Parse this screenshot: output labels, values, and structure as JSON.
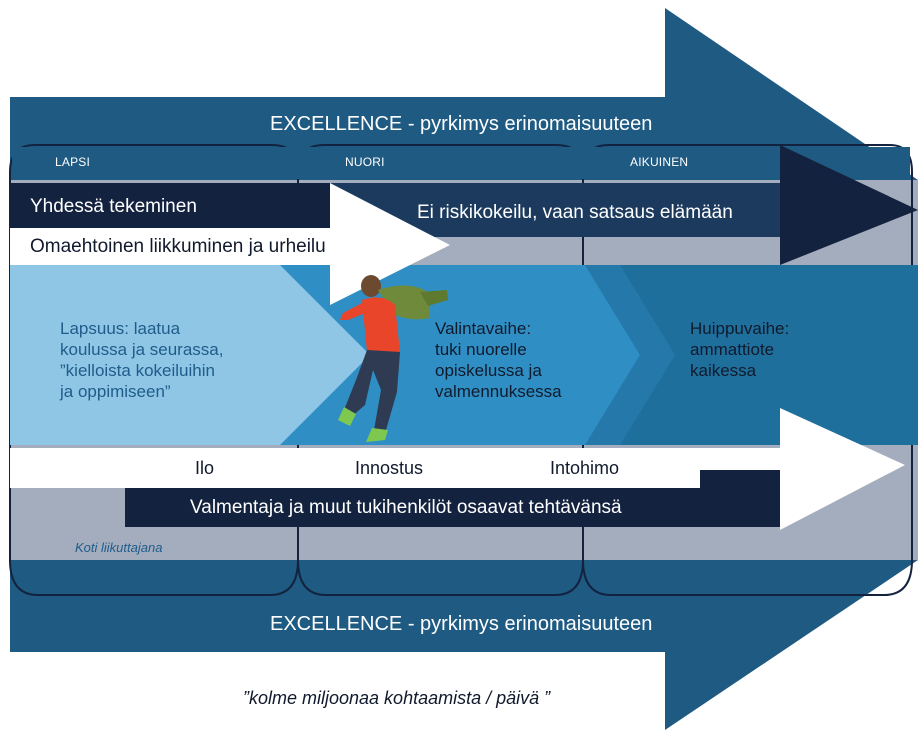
{
  "excellence_top": "EXCELLENCE - pyrkimys erinomaisuuteen",
  "excellence_bottom": "EXCELLENCE - pyrkimys erinomaisuuteen",
  "stages": [
    "LAPSI",
    "NUORI",
    "AIKUINEN"
  ],
  "together": "Yhdessä tekeminen",
  "no_risk": "Ei riskikokeilu, vaan satsaus elämään",
  "self_directed": "Omaehtoinen liikkuminen ja urheilu",
  "phases": {
    "childhood": [
      "Lapsuus: laatua",
      "koulussa ja seurassa,",
      "”kielloista kokeiluihin",
      "ja oppimiseen”"
    ],
    "selection": [
      "Valintavaihe:",
      "tuki nuorelle",
      "opiskelussa ja",
      "valmennuksessa"
    ],
    "peak": [
      "Huippuvaihe:",
      "ammattiote",
      "kaikessa"
    ]
  },
  "emotions": [
    "Ilo",
    "Innostus",
    "Intohimo"
  ],
  "coaches": "Valmentaja ja muut tukihenkilöt osaavat tehtävänsä",
  "home": "Koti liikuttajana",
  "quote": "”kolme miljoonaa kohtaamista / päivä ”",
  "colors": {
    "big_arrow": "#1e5a82",
    "navy": "#13233f",
    "grey": "#a3adbd",
    "light_blue": "#8fc6e6",
    "mid_blue": "#2f8fc4",
    "dark_teal": "#1f6f9c",
    "label_text": "#1f5c8a"
  }
}
